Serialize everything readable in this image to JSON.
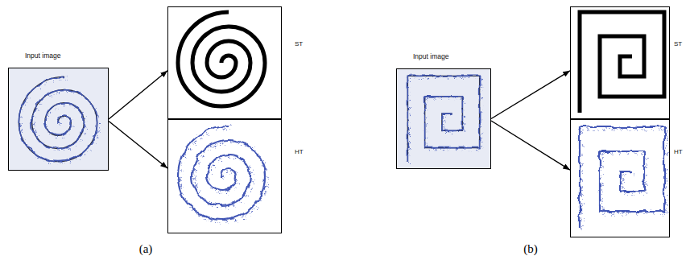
{
  "diagram": {
    "nodes": [
      {
        "text": [
          "Input image"
        ]
      },
      {
        "text": [
          "ST"
        ]
      },
      {
        "text": [
          "HT"
        ]
      },
      {
        "text": [
          "Input image"
        ]
      },
      {
        "text": [
          "ST"
        ]
      },
      {
        "text": [
          "HT"
        ]
      }
    ],
    "edges": [
      {
        "from": 0,
        "to": 1,
        "arrow": "to"
      },
      {
        "from": 0,
        "to": 2,
        "arrow": "to"
      },
      {
        "from": 3,
        "to": 4,
        "arrow": "to"
      },
      {
        "from": 3,
        "to": 5,
        "arrow": "to"
      }
    ],
    "labels": [
      "(a)",
      "(b)"
    ]
  }
}
